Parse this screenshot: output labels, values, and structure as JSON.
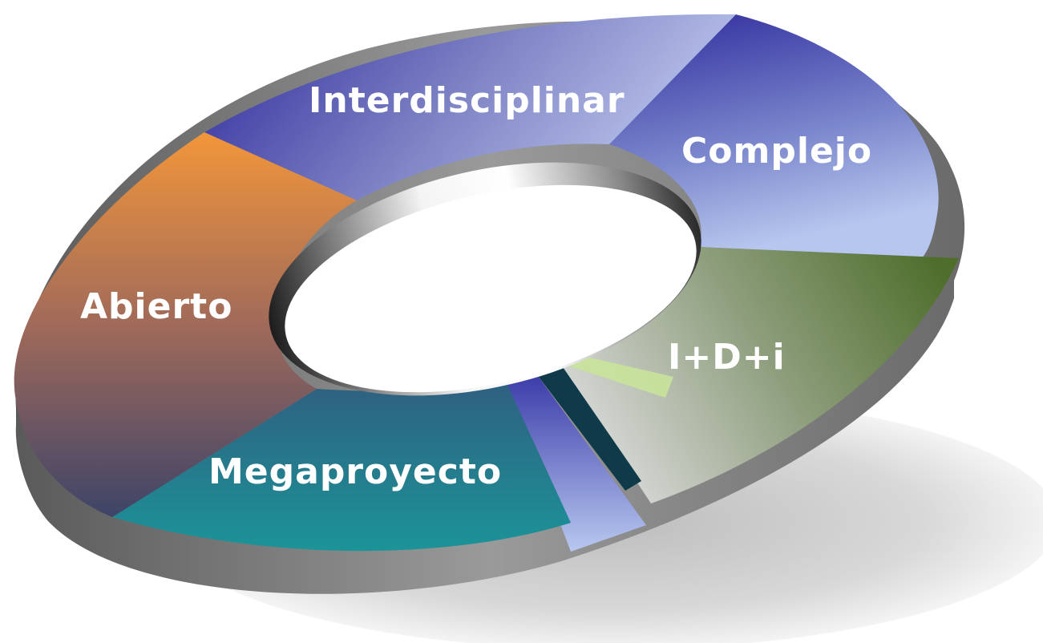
{
  "diagram": {
    "segments": [
      {
        "id": "interdisciplinar",
        "label": "Interdisciplinar",
        "color": "#3b3ba8"
      },
      {
        "id": "complejo",
        "label": "Complejo",
        "color": "#5a5fb8"
      },
      {
        "id": "idi",
        "label": "I+D+i",
        "color": "#5a7a3a"
      },
      {
        "id": "megaproyecto",
        "label": "Megaproyecto",
        "color": "#1e8c94"
      },
      {
        "id": "abierto",
        "label": "Abierto",
        "color": "#e8913c"
      }
    ]
  }
}
